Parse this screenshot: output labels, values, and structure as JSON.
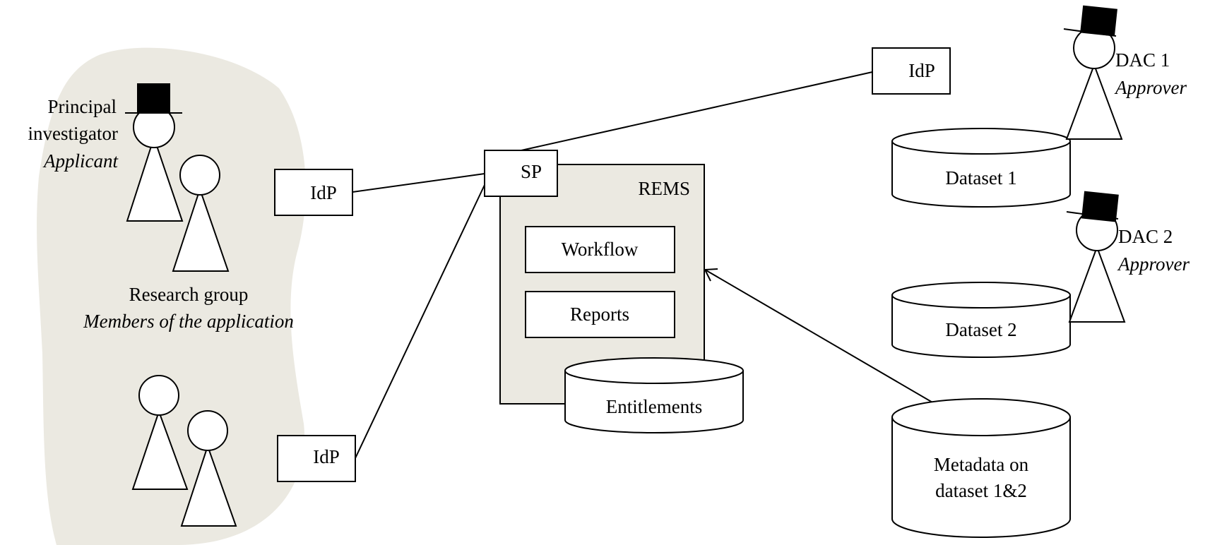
{
  "colors": {
    "group_blob": "#ebe9e1",
    "rems_box": "#ebe9e1",
    "ink": "#000000",
    "paper": "#ffffff"
  },
  "research_area": {
    "pi_role": [
      "Principal",
      "investigator"
    ],
    "pi_subrole": "Applicant",
    "group_label": "Research group",
    "group_sublabel": "Members of the application"
  },
  "idp_label": "IdP",
  "sp_label": "SP",
  "rems": {
    "title": "REMS",
    "workflow": "Workflow",
    "reports": "Reports",
    "entitlements": "Entitlements"
  },
  "dac1": {
    "name": "DAC 1",
    "role": "Approver"
  },
  "dac2": {
    "name": "DAC 2",
    "role": "Approver"
  },
  "datasets": {
    "d1": "Dataset 1",
    "d2": "Dataset 2",
    "meta": [
      "Metadata on",
      "dataset 1&2"
    ]
  }
}
